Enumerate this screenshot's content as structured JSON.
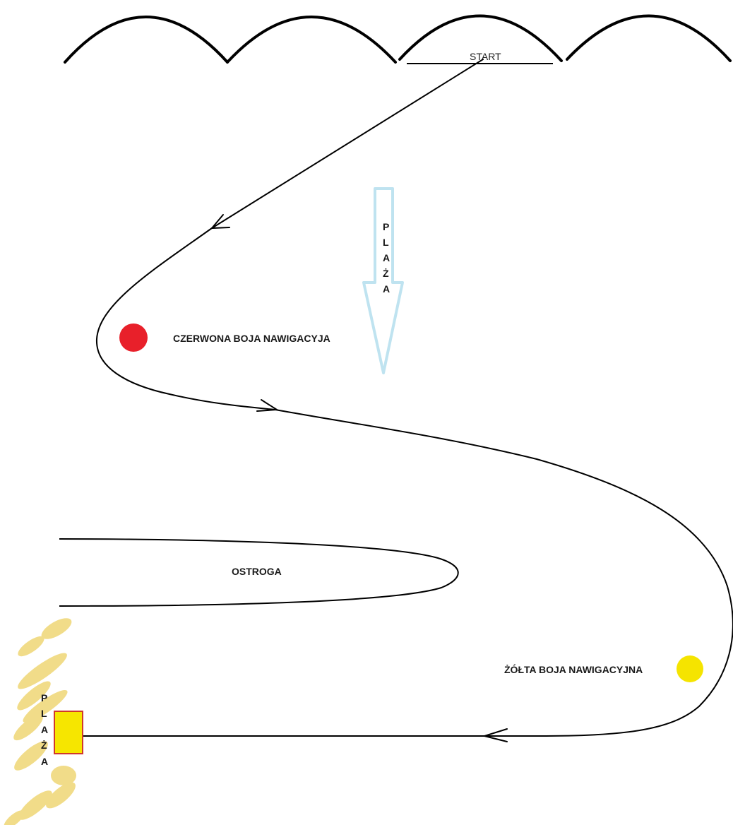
{
  "labels": {
    "start": "START",
    "red_buoy": "CZERWONA BOJA NAWIGACYJA",
    "yellow_buoy": "ŻÓŁTA BOJA NAWIGACYJNA",
    "groyne": "OSTROGA"
  },
  "beach_top_letters": [
    "P",
    "L",
    "A",
    "Ż",
    "A"
  ],
  "beach_left_letters": [
    "P",
    "L",
    "A",
    "Ż",
    "A"
  ],
  "colors": {
    "red_buoy": "#e8202a",
    "yellow_buoy": "#f5e400",
    "sand": "#e6c02a",
    "finish_fill": "#f6e600",
    "finish_border": "#d0392b",
    "arrow_outline": "#bfe3f0"
  }
}
